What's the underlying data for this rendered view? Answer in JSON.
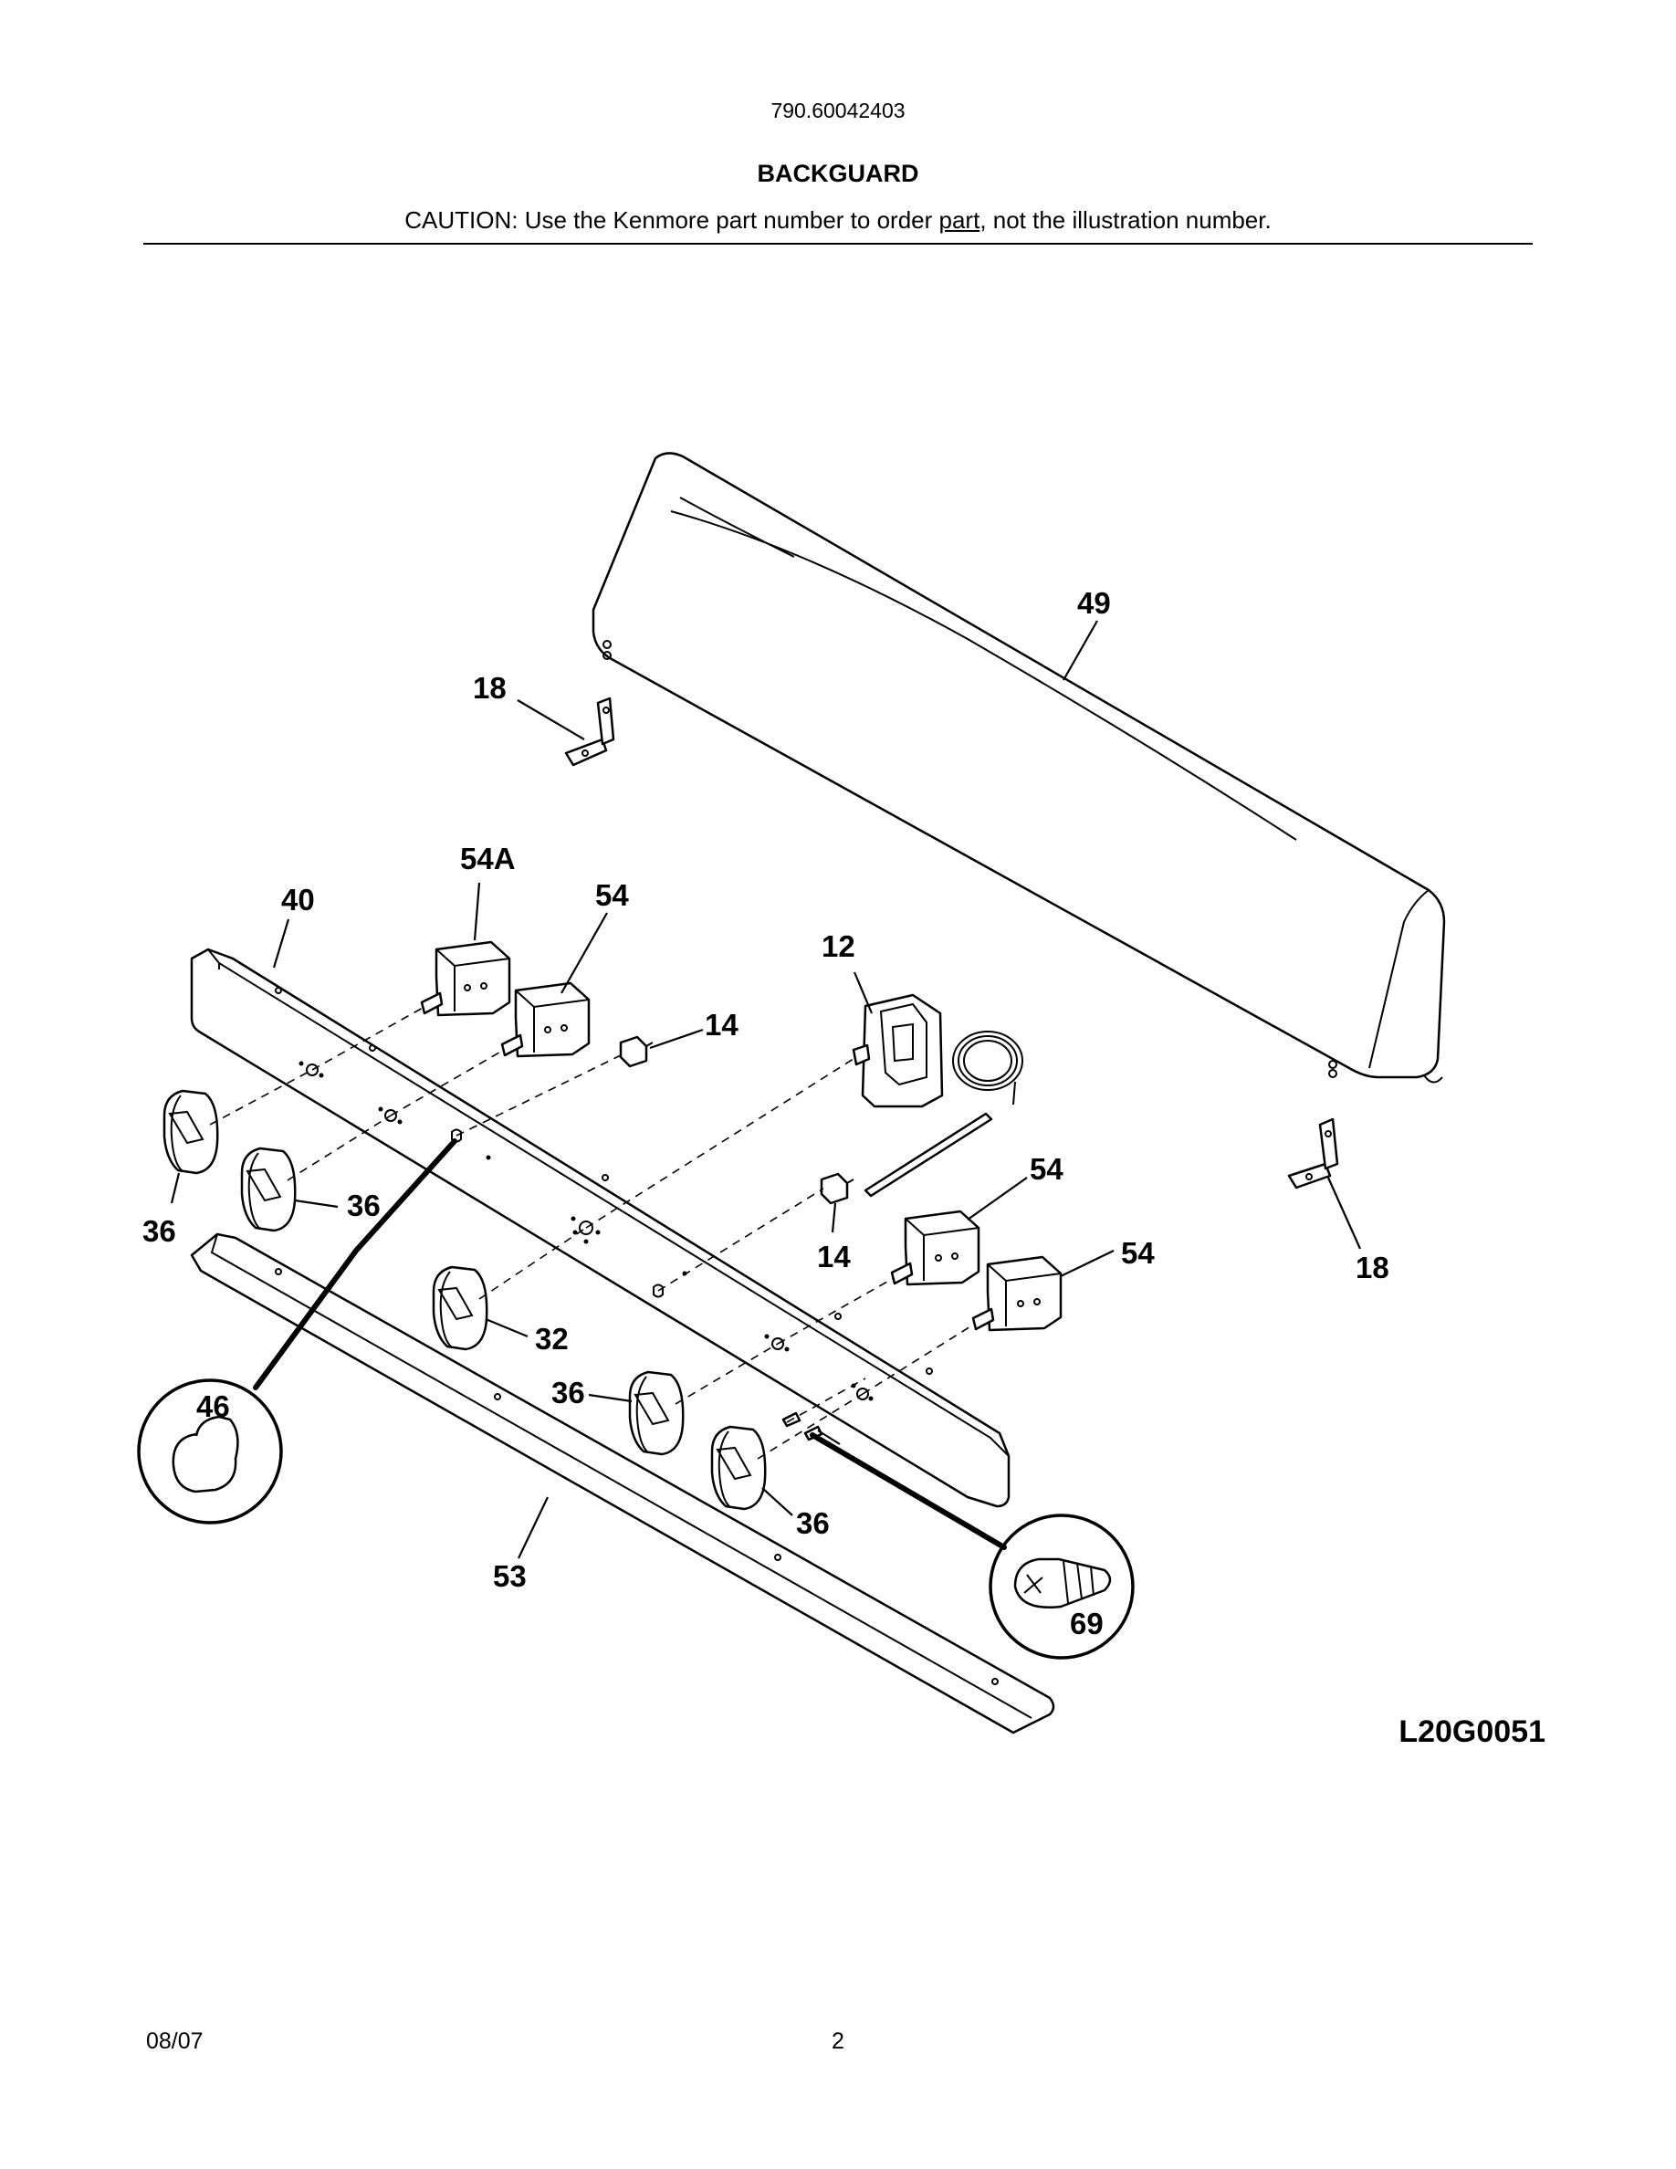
{
  "header": {
    "model_number": "790.60042403",
    "section_title": "BACKGUARD",
    "caution_prefix": "CAUTION: Use the Kenmore part number to order ",
    "caution_underlined": "part",
    "caution_suffix": ", not the illustration number."
  },
  "diagram": {
    "figure_id": "L20G0051",
    "callouts": {
      "c49": "49",
      "c18_left": "18",
      "c18_right": "18",
      "c54a": "54A",
      "c40": "40",
      "c54_top": "54",
      "c12": "12",
      "c14_top": "14",
      "c14_bottom": "14",
      "c54_mid": "54",
      "c54_right": "54",
      "c36_left": "36",
      "c36_second": "36",
      "c32": "32",
      "c36_third": "36",
      "c36_fourth": "36",
      "c46": "46",
      "c53": "53",
      "c69": "69"
    }
  },
  "footer": {
    "date": "08/07",
    "page_number": "2"
  }
}
